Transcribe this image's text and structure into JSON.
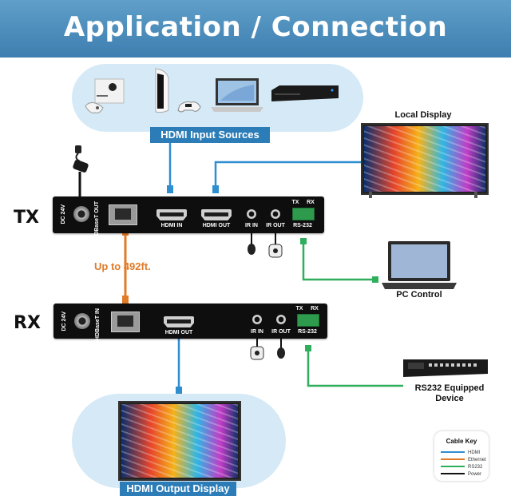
{
  "title": "Application / Connection",
  "sources_label": "HDMI Input Sources",
  "local_display_label": "Local Display",
  "pc_control_label": "PC Control",
  "rs232_device_label": "RS232 Equipped Device",
  "output_display_label": "HDMI Output Display",
  "tx_label": "TX",
  "rx_label": "RX",
  "distance_label": "Up to 492ft.",
  "tx_unit": {
    "dc": "DC 24V",
    "hdbaset": "HDBaseT OUT",
    "hdmi_in": "HDMI IN",
    "hdmi_out": "HDMI OUT",
    "ir_in": "IR IN",
    "ir_out": "IR OUT",
    "rs232": "RS-232",
    "tx": "TX",
    "rx": "RX"
  },
  "rx_unit": {
    "dc": "DC 24V",
    "hdbaset": "HDBaseT IN",
    "hdmi_out": "HDMI OUT",
    "ir_in": "IR IN",
    "ir_out": "IR OUT",
    "rs232": "RS-232",
    "tx": "TX",
    "rx": "RX"
  },
  "cable_key": {
    "title": "Cable Key",
    "items": [
      {
        "label": "HDMI",
        "color": "#2f8ed0"
      },
      {
        "label": "Ethernet",
        "color": "#e07b2a"
      },
      {
        "label": "RS232",
        "color": "#2fae5c"
      },
      {
        "label": "Power",
        "color": "#111111"
      }
    ]
  },
  "colors": {
    "hdmi": "#2f8ed0",
    "ethernet": "#e07b2a",
    "rs232": "#2fae5c",
    "power": "#111111",
    "banner": "#2b7cb7",
    "header": "#4a8cbf"
  }
}
